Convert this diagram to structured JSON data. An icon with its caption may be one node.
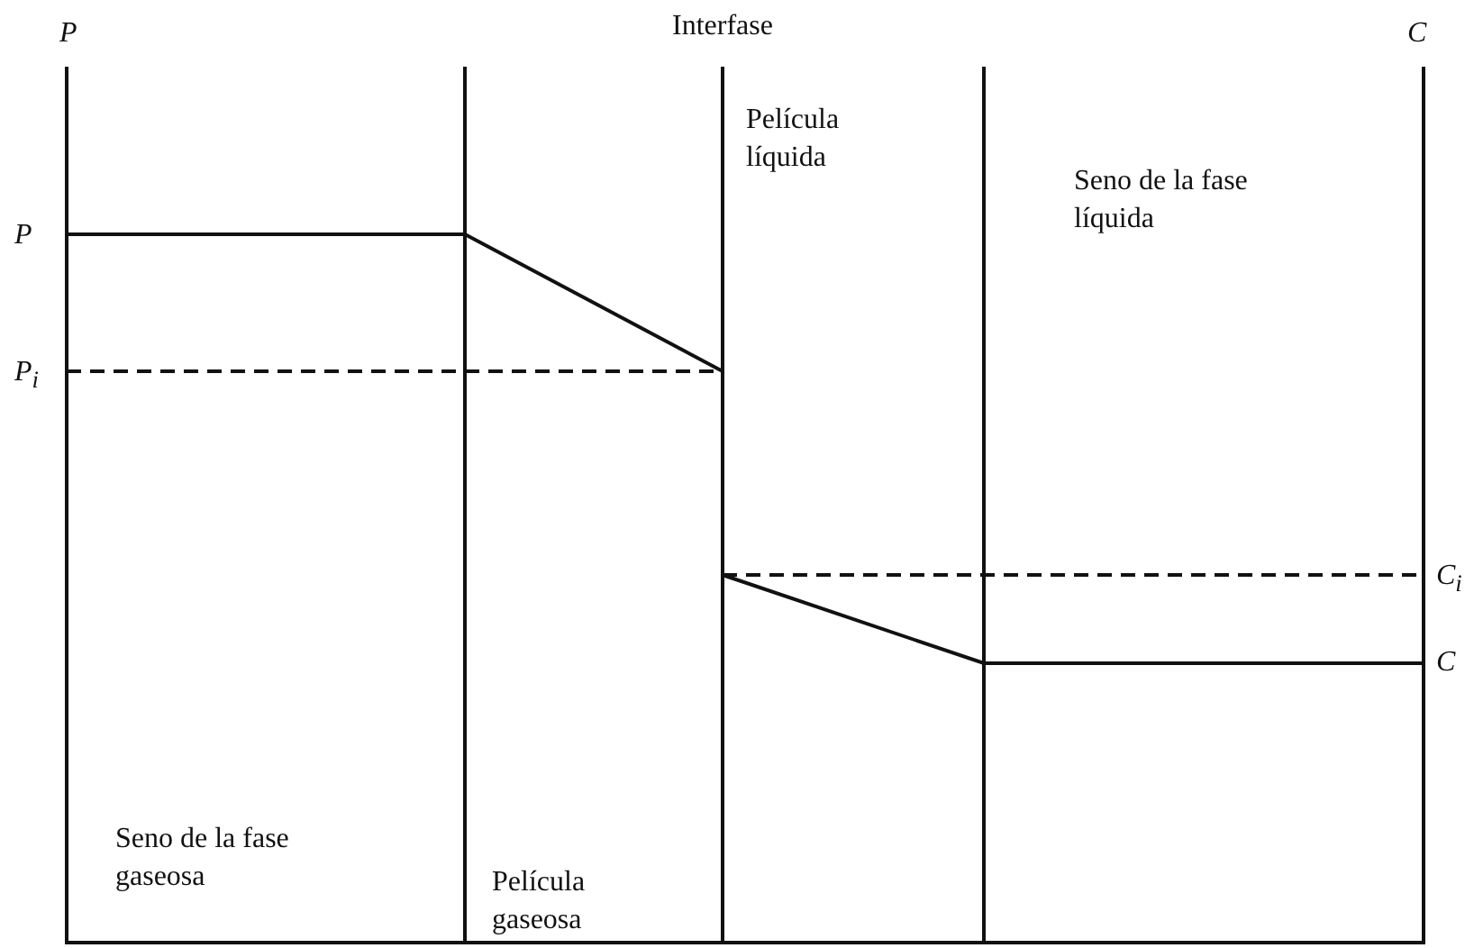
{
  "diagram": {
    "labels": [
      "P",
      "Interfase",
      "C",
      "Película líquida",
      "Seno de la fase líquida",
      "P",
      "P$_{i}$",
      "C$_{i}$",
      "C",
      "Seno de la fase gaseosa",
      "Película gaseosa"
    ]
  }
}
